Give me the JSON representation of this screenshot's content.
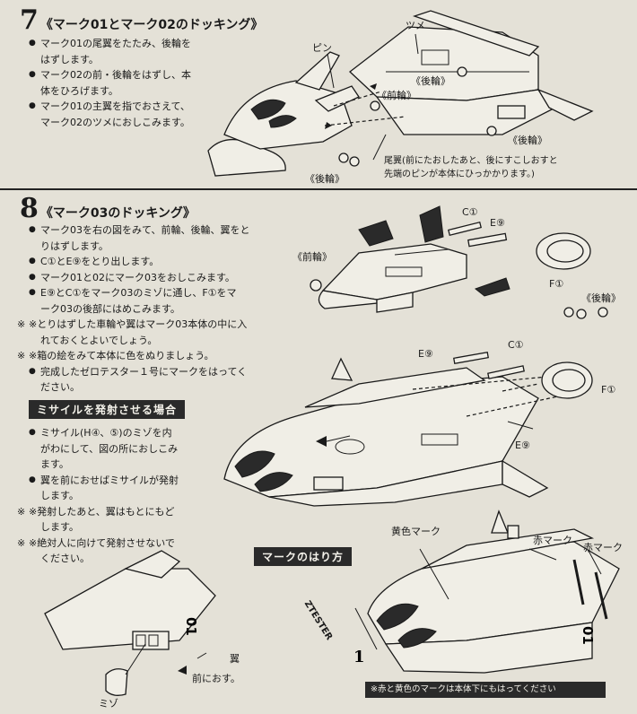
{
  "section7": {
    "number": "7",
    "title": "《マーク01とマーク02のドッキング》",
    "steps": [
      "マーク01の尾翼をたたみ、後輪を",
      "はずします。",
      "マーク02の前・後輪をはずし、本",
      "体をひろげます。",
      "マーク01の主翼を指でおさえて、",
      "マーク02のツメにおしこみます。"
    ],
    "labels": {
      "tsume": "ツメ",
      "pin": "ピン",
      "rear_wheel_1": "《後輪》",
      "front_wheel": "《前輪》",
      "rear_wheel_2": "《後輪》",
      "rear_wheel_3": "《後輪》",
      "tail_caption_1": "尾翼(前にたおしたあと、後にすこしおすと",
      "tail_caption_2": "先端のピンが本体にひっかかります。)"
    }
  },
  "section8": {
    "number": "8",
    "title": "《マーク03のドッキング》",
    "steps": [
      "マーク03を右の図をみて、前輪、後輪、翼をと",
      "りはずします。",
      "C①とE⑨をとり出します。",
      "マーク01と02にマーク03をおしこみます。",
      "E⑨とC①をマーク03のミゾに通し、F①をマ",
      "ーク03の後部にはめこみます。",
      "※とりはずした車輪や翼はマーク03本体の中に入",
      "れておくとよいでしょう。",
      "※箱の絵をみて本体に色をぬりましょう。",
      "完成したゼロテスター１号にマークをはってく",
      "ださい。"
    ],
    "labels": {
      "c1_top": "C①",
      "e9_top": "E⑨",
      "front_wheel": "《前輪》",
      "f1_top": "F①",
      "rear_wheel": "《後輪》",
      "e9_mid": "E⑨",
      "c1_mid": "C①",
      "f1_mid": "F①",
      "e9_low": "E⑨"
    }
  },
  "missile": {
    "banner": "ミサイルを発射させる場合",
    "steps": [
      "ミサイル(H④、⑤)のミゾを内",
      "がわにして、図の所におしこみ",
      "ます。",
      "翼を前におせばミサイルが発射",
      "します。",
      "※発射したあと、翼はもとにもど",
      "します。",
      "※絶対人に向けて発射させないで",
      "ください。"
    ],
    "labels": {
      "wing": "翼",
      "push_forward": "前におす。",
      "groove": "ミゾ"
    }
  },
  "marks": {
    "banner": "マークのはり方",
    "labels": {
      "yellow_mark": "黄色マーク",
      "red_mark_1": "赤マーク",
      "red_mark_2": "赤マーク",
      "ztester": "ZTESTER",
      "decal_01": "01",
      "decal_1": "1"
    },
    "footnote": "※赤と黄色のマークは本体下にもはってください"
  }
}
